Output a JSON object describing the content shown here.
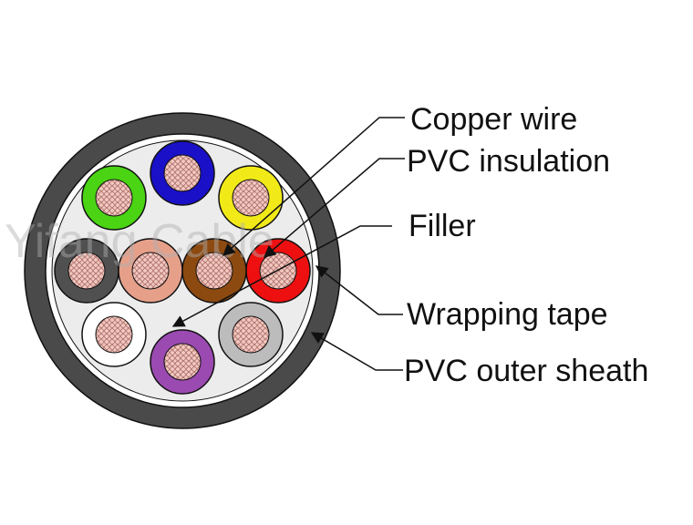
{
  "watermark": "Yifang Cable",
  "labels": {
    "copper_wire": "Copper wire",
    "pvc_insulation": "PVC insulation",
    "filler": "Filler",
    "wrapping_tape": "Wrapping tape",
    "pvc_outer_sheath": "PVC outer sheath"
  },
  "colors": {
    "outer_sheath": "#4a4a4a",
    "wrapping_tape": "#ffffff",
    "filler": "#ececec",
    "copper": "#f2c8c0",
    "copper_grid": "#9a5a55",
    "cores": {
      "blue": "#1a10c8",
      "green": "#4ad414",
      "yellow": "#f2ea18",
      "black": "#505050",
      "salmon": "#e6a08a",
      "brown": "#8c4a10",
      "red": "#ee1010",
      "white": "#ffffff",
      "violet": "#9a4ab0",
      "grey": "#bcbcbc"
    }
  }
}
